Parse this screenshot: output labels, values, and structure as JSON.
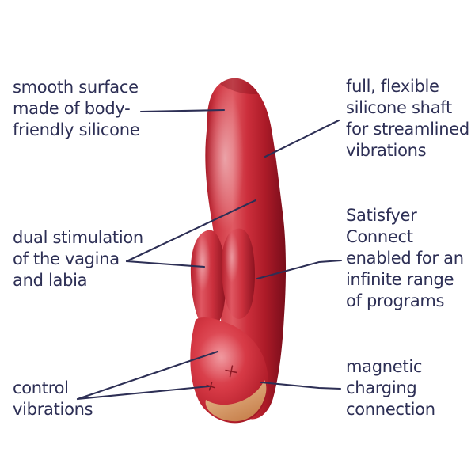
{
  "annotations": {
    "smooth_surface": {
      "lines": [
        "smooth surface",
        "made of body-",
        "friendly silicone"
      ]
    },
    "flexible_shaft": {
      "lines": [
        "full, flexible",
        "silicone shaft",
        "for streamlined",
        "vibrations"
      ]
    },
    "dual_stimulation": {
      "lines": [
        "dual stimulation",
        "of the vagina",
        "and labia"
      ]
    },
    "satisfyer_connect": {
      "lines": [
        "Satisfyer",
        "Connect",
        "enabled for an",
        "infinite range",
        "of programs"
      ]
    },
    "control_vibrations": {
      "lines": [
        "control",
        "vibrations"
      ]
    },
    "magnetic_charging": {
      "lines": [
        "magnetic",
        "charging",
        "connection"
      ]
    }
  },
  "device": {
    "button_symbols": [
      "+",
      "+"
    ]
  },
  "colors": {
    "background": "#ffffff",
    "text": "#2d2f55",
    "connector_line": "#2d2f55",
    "device_red": "#cb2936",
    "device_red_light": "#e4606a",
    "device_red_dark": "#8c1220",
    "charging_gold": "#dfa678",
    "charging_gold_light": "#f6dcb9"
  }
}
